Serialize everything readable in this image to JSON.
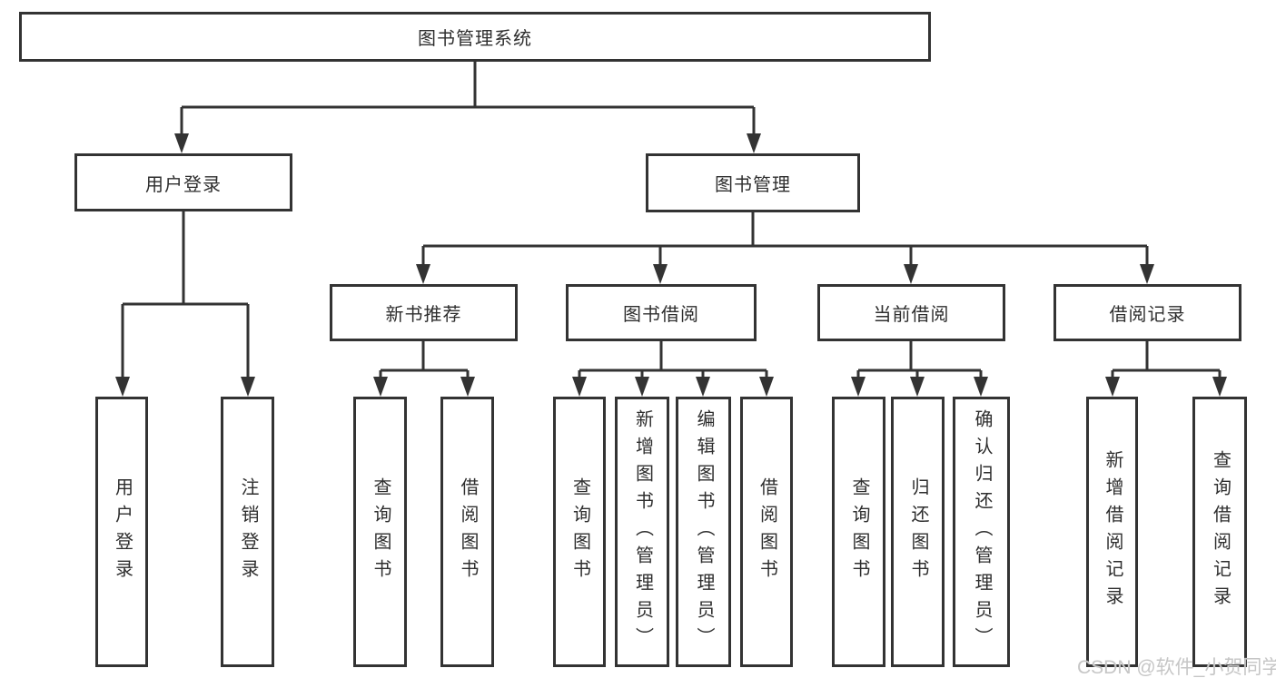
{
  "nodes": {
    "root": "图书管理系统",
    "branches": [
      {
        "label": "用户登录",
        "leaves": [
          "用户登录",
          "注销登录"
        ]
      },
      {
        "label": "图书管理",
        "groups": [
          {
            "label": "新书推荐",
            "leaves": [
              "查询图书",
              "借阅图书"
            ]
          },
          {
            "label": "图书借阅",
            "leaves": [
              "查询图书",
              "新增图书（管理员）",
              "编辑图书（管理员）",
              "借阅图书"
            ]
          },
          {
            "label": "当前借阅",
            "leaves": [
              "查询图书",
              "归还图书",
              "确认归还（管理员）"
            ]
          },
          {
            "label": "借阅记录",
            "leaves": [
              "新增借阅记录",
              "查询借阅记录"
            ]
          }
        ]
      }
    ]
  },
  "watermark": "CSDN @软件_小贺同学",
  "colors": {
    "background": "#ffffff",
    "line": "#333333",
    "box_border": "#333333",
    "text": "#2e2e2e",
    "watermark": "#c6c6c6"
  }
}
